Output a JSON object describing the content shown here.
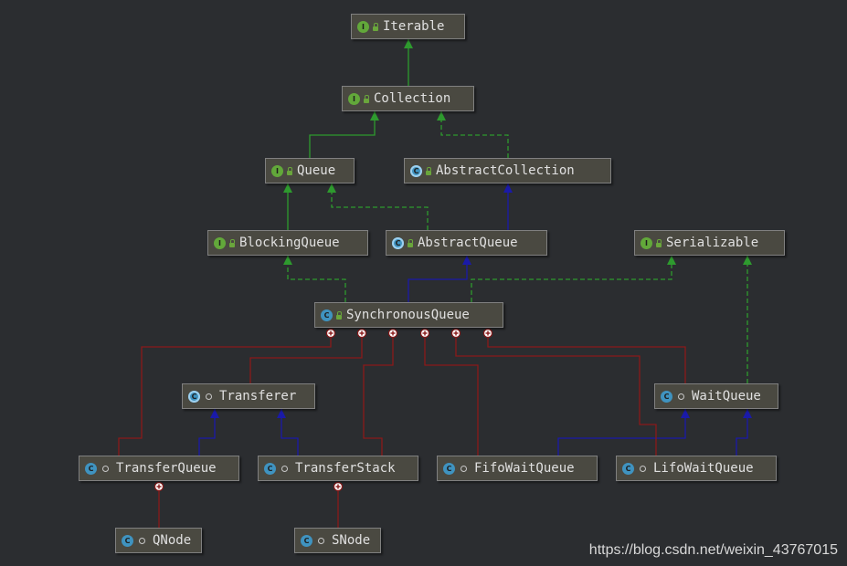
{
  "nodes": {
    "iterable": {
      "label": "Iterable",
      "badge": "I"
    },
    "collection": {
      "label": "Collection",
      "badge": "I"
    },
    "queue": {
      "label": "Queue",
      "badge": "I"
    },
    "abstract_collection": {
      "label": "AbstractCollection",
      "badge": "C"
    },
    "blocking_queue": {
      "label": "BlockingQueue",
      "badge": "I"
    },
    "abstract_queue": {
      "label": "AbstractQueue",
      "badge": "C"
    },
    "serializable": {
      "label": "Serializable",
      "badge": "I"
    },
    "synchronous_queue": {
      "label": "SynchronousQueue",
      "badge": "C"
    },
    "transferer": {
      "label": "Transferer",
      "badge": "C"
    },
    "wait_queue": {
      "label": "WaitQueue",
      "badge": "C"
    },
    "transfer_queue": {
      "label": "TransferQueue",
      "badge": "C"
    },
    "transfer_stack": {
      "label": "TransferStack",
      "badge": "C"
    },
    "fifo_wait_queue": {
      "label": "FifoWaitQueue",
      "badge": "C"
    },
    "lifo_wait_queue": {
      "label": "LifoWaitQueue",
      "badge": "C"
    },
    "qnode": {
      "label": "QNode",
      "badge": "C"
    },
    "snode": {
      "label": "SNode",
      "badge": "C"
    }
  },
  "edges": [
    {
      "from": "collection",
      "to": "iterable",
      "kind": "extends-interface"
    },
    {
      "from": "queue",
      "to": "collection",
      "kind": "extends-interface"
    },
    {
      "from": "abstract_collection",
      "to": "collection",
      "kind": "implements"
    },
    {
      "from": "blocking_queue",
      "to": "queue",
      "kind": "extends-interface"
    },
    {
      "from": "abstract_queue",
      "to": "queue",
      "kind": "implements"
    },
    {
      "from": "abstract_queue",
      "to": "abstract_collection",
      "kind": "extends-class"
    },
    {
      "from": "synchronous_queue",
      "to": "blocking_queue",
      "kind": "implements"
    },
    {
      "from": "synchronous_queue",
      "to": "abstract_queue",
      "kind": "extends-class"
    },
    {
      "from": "synchronous_queue",
      "to": "serializable",
      "kind": "implements"
    },
    {
      "from": "wait_queue",
      "to": "serializable",
      "kind": "implements"
    },
    {
      "from": "transfer_queue",
      "to": "transferer",
      "kind": "extends-class"
    },
    {
      "from": "transfer_stack",
      "to": "transferer",
      "kind": "extends-class"
    },
    {
      "from": "fifo_wait_queue",
      "to": "wait_queue",
      "kind": "extends-class"
    },
    {
      "from": "lifo_wait_queue",
      "to": "wait_queue",
      "kind": "extends-class"
    },
    {
      "from": "synchronous_queue",
      "to": "transfer_queue",
      "kind": "inner-class"
    },
    {
      "from": "synchronous_queue",
      "to": "transferer",
      "kind": "inner-class"
    },
    {
      "from": "synchronous_queue",
      "to": "transfer_stack",
      "kind": "inner-class"
    },
    {
      "from": "synchronous_queue",
      "to": "fifo_wait_queue",
      "kind": "inner-class"
    },
    {
      "from": "synchronous_queue",
      "to": "wait_queue",
      "kind": "inner-class"
    },
    {
      "from": "synchronous_queue",
      "to": "lifo_wait_queue",
      "kind": "inner-class"
    },
    {
      "from": "transfer_queue",
      "to": "qnode",
      "kind": "inner-class"
    },
    {
      "from": "transfer_stack",
      "to": "snode",
      "kind": "inner-class"
    }
  ],
  "edge_colors": {
    "extends-interface": "#2e9a2e",
    "implements": "#2e9a2e",
    "extends-class": "#1a1aa8",
    "inner-class": "#8a1a1a"
  },
  "watermark": "https://blog.csdn.net/weixin_43767015"
}
